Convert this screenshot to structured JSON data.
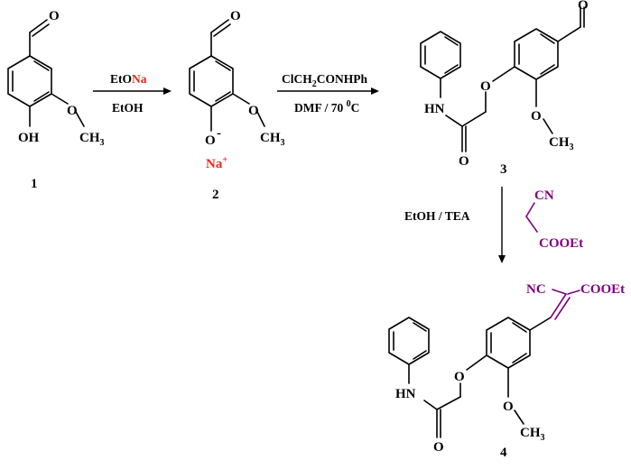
{
  "compounds": {
    "c1": {
      "number": "1",
      "labels": {
        "oh": "OH",
        "o": "O",
        "o_ald": "O",
        "ch": "CH",
        "three": "3"
      }
    },
    "c2": {
      "number": "2",
      "labels": {
        "o": "O",
        "minus": "-",
        "na": "Na",
        "plus": "+",
        "o_meo": "O",
        "o_ald": "O",
        "ch": "CH",
        "three": "3"
      }
    },
    "c3": {
      "number": "3",
      "labels": {
        "o_ald": "O",
        "o_ether": "O",
        "o_meo": "O",
        "ch": "CH",
        "three": "3",
        "hn": "HN",
        "o_amide": "O"
      }
    },
    "c4": {
      "number": "4",
      "labels": {
        "nc": "NC",
        "cooet": "COOEt",
        "o_ether": "O",
        "o_meo": "O",
        "ch": "CH",
        "three": "3",
        "hn": "HN",
        "o_amide": "O"
      }
    }
  },
  "reagents": {
    "step1": {
      "top_prefix": "EtO",
      "top_highlight": "Na",
      "bottom": "EtOH"
    },
    "step2": {
      "top_a": "ClCH",
      "top_sub": "2",
      "top_b": "CONHPh",
      "bottom_a": "DMF / 70 ",
      "bottom_sup": "0",
      "bottom_b": "C"
    },
    "step3": {
      "side": "EtOH / TEA",
      "cn": "CN",
      "cooet": "COOEt"
    }
  },
  "colors": {
    "highlight_red": "#e8281e",
    "reagent_purple": "#800080"
  }
}
